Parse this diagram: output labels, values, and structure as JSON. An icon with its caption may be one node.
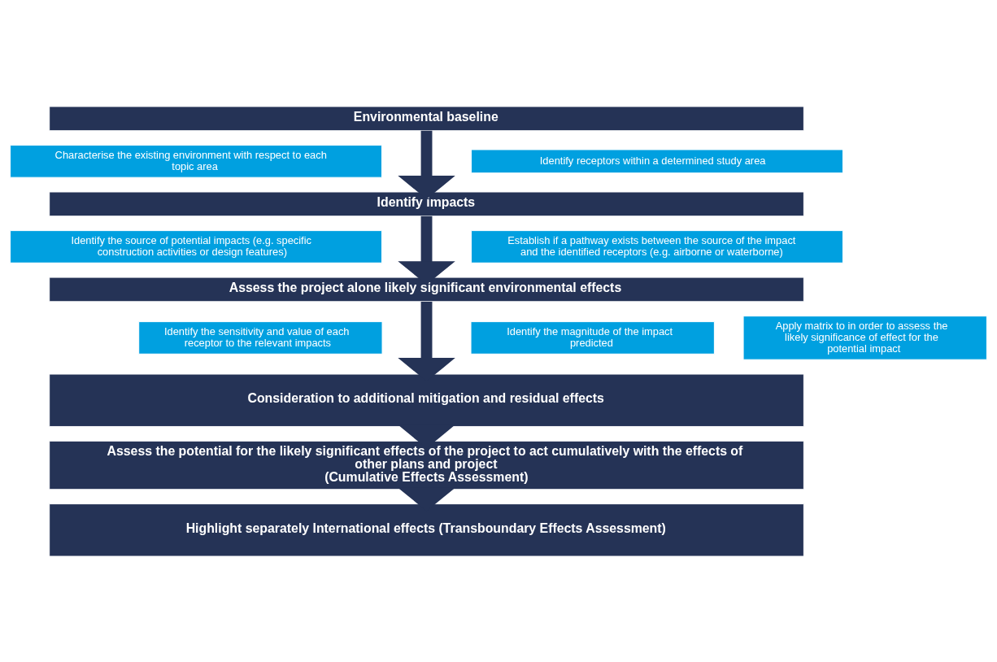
{
  "diagram": {
    "nodes": [
      {
        "text": [
          "Environmental baseline"
        ]
      },
      {
        "text": [
          "Characterise the existing environment with respect to each topic area"
        ]
      },
      {
        "text": [
          "Identify receptors within a determined study area"
        ]
      },
      {
        "text": [
          "Identify impacts"
        ]
      },
      {
        "text": [
          "Identify the source of potential impacts (e.g. specific construction activities or design features)"
        ]
      },
      {
        "text": [
          "Establish if a pathway exists between the source of the impact and the identified receptors (e.g. airborne or waterborne)"
        ]
      },
      {
        "text": [
          "Assess the project alone likely significant environmental effects"
        ]
      },
      {
        "text": [
          "Identify the sensitivity and value of each receptor to the relevant impacts"
        ]
      },
      {
        "text": [
          "Identify the magnitude of the impact predicted"
        ]
      },
      {
        "text": [
          "Apply matrix to in order to assess the likely significance of effect for the potential impact"
        ]
      },
      {
        "text": [
          "Consideration to additional mitigation and residual effects"
        ]
      },
      {
        "text": [
          "Assess the potential for the likely significant effects of the project to act cumulatively with the effects of other plans and project",
          "(Cumulative Effects Assessment)"
        ]
      },
      {
        "text": [
          "Highlight separately International effects (Transboundary Effects Assessment)"
        ]
      }
    ],
    "edges": [
      {
        "from": 0,
        "to": 3,
        "arrow": "to"
      },
      {
        "from": 3,
        "to": 6,
        "arrow": "to"
      },
      {
        "from": 6,
        "to": 10,
        "arrow": "to"
      },
      {
        "from": 10,
        "to": 11,
        "arrow": "to"
      },
      {
        "from": 11,
        "to": 12,
        "arrow": "to"
      }
    ]
  }
}
